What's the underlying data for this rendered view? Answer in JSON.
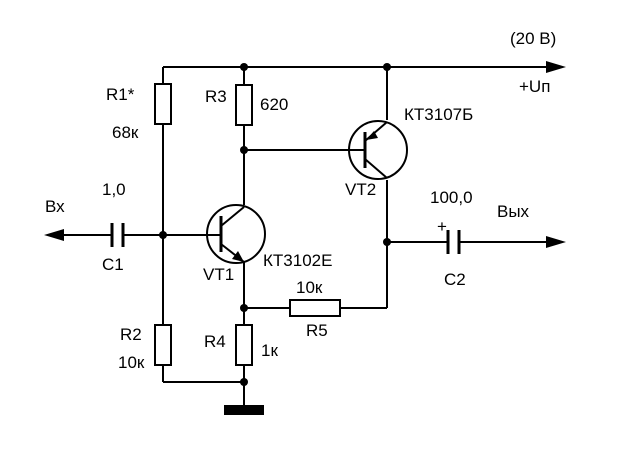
{
  "supply": {
    "voltage": "(20 В)",
    "rail": "+Uп"
  },
  "io": {
    "input": "Вх",
    "output": "Вых"
  },
  "components": {
    "r1": {
      "ref": "R1*",
      "value": "68к"
    },
    "r2": {
      "ref": "R2",
      "value": "10к"
    },
    "r3": {
      "ref": "R3",
      "value": "620"
    },
    "r4": {
      "ref": "R4",
      "value": "1к"
    },
    "r5": {
      "ref": "R5",
      "value": "10к"
    },
    "c1": {
      "ref": "C1",
      "value": "1,0"
    },
    "c2": {
      "ref": "C2",
      "value": "100,0",
      "polarity": "+"
    },
    "vt1": {
      "ref": "VT1",
      "part": "КТ3102Е"
    },
    "vt2": {
      "ref": "VT2",
      "part": "КТ3107Б"
    }
  }
}
